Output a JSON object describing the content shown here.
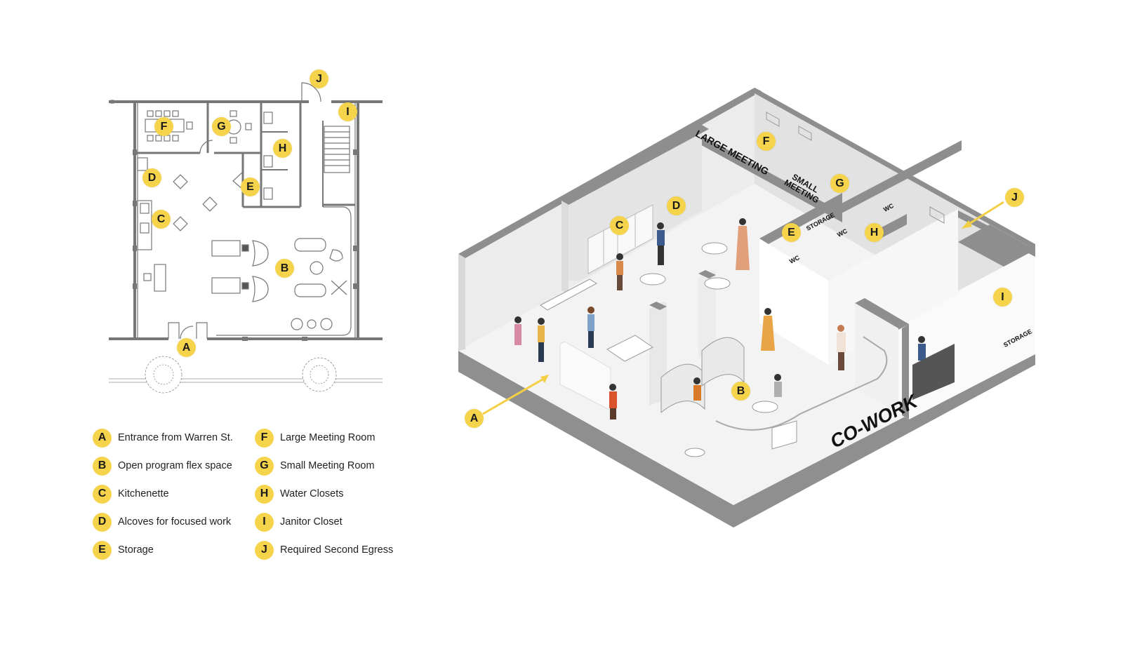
{
  "legend": {
    "left": [
      {
        "letter": "A",
        "text": "Entrance from Warren St."
      },
      {
        "letter": "B",
        "text": "Open program flex space"
      },
      {
        "letter": "C",
        "text": "Kitchenette"
      },
      {
        "letter": "D",
        "text": "Alcoves for focused work"
      },
      {
        "letter": "E",
        "text": "Storage"
      }
    ],
    "right": [
      {
        "letter": "F",
        "text": "Large Meeting Room"
      },
      {
        "letter": "G",
        "text": "Small Meeting Room"
      },
      {
        "letter": "H",
        "text": "Water Closets"
      },
      {
        "letter": "I",
        "text": "Janitor Closet"
      },
      {
        "letter": "J",
        "text": "Required Second Egress"
      }
    ]
  },
  "plan_markers": {
    "A": "A",
    "B": "B",
    "C": "C",
    "D": "D",
    "E": "E",
    "F": "F",
    "G": "G",
    "H": "H",
    "I": "I",
    "J": "J"
  },
  "iso_labels": {
    "large_meeting": "LARGE MEETING",
    "small_meeting_1": "SMALL",
    "small_meeting_2": "MEETING",
    "storage": "STORAGE",
    "wc": "WC",
    "storage_right": "STORAGE",
    "cowork": "CO-WORK"
  },
  "colors": {
    "marker": "#f5d44c",
    "wall": "#8e8e8e",
    "floor": "#f2f2f2",
    "arrow": "#f2cf45"
  }
}
